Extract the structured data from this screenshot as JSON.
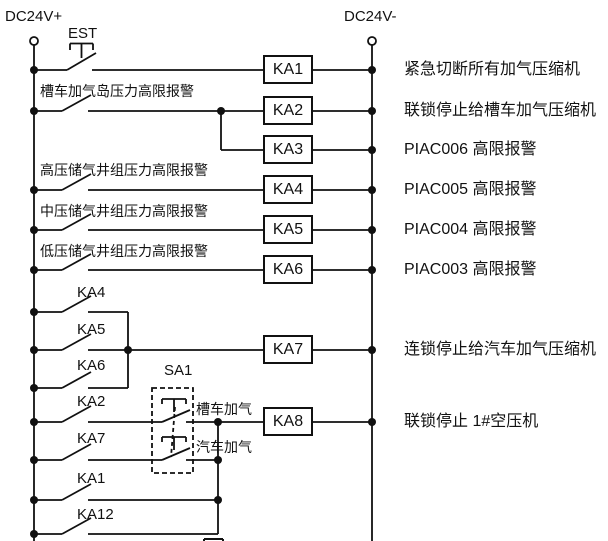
{
  "rails": {
    "left": "DC24V+",
    "right": "DC24V-"
  },
  "est_label": "EST",
  "selector": {
    "name": "SA1",
    "top_position": "槽车加气",
    "bottom_position": "汽车加气"
  },
  "contact_labels": {
    "tank_island": "槽车加气岛压力高限报警",
    "high_wells": "高压储气井组压力高限报警",
    "mid_wells": "中压储气井组压力高限报警",
    "low_wells": "低压储气井组压力高限报警",
    "ka4": "KA4",
    "ka5": "KA5",
    "ka6": "KA6",
    "ka2": "KA2",
    "ka7": "KA7",
    "ka1": "KA1",
    "ka12": "KA12"
  },
  "coils": [
    {
      "name": "KA1",
      "desc": "紧急切断所有加气压缩机"
    },
    {
      "name": "KA2",
      "desc": "联锁停止给槽车加气压缩机"
    },
    {
      "name": "KA3",
      "desc": "PIAC006 高限报警"
    },
    {
      "name": "KA4",
      "desc": "PIAC005 高限报警"
    },
    {
      "name": "KA5",
      "desc": "PIAC004 高限报警"
    },
    {
      "name": "KA6",
      "desc": "PIAC003 高限报警"
    },
    {
      "name": "KA7",
      "desc": "连锁停止给汽车加气压缩机"
    },
    {
      "name": "KA8",
      "desc": "联锁停止 1#空压机"
    }
  ],
  "colors": {
    "line": "#111111",
    "background": "#ffffff"
  }
}
